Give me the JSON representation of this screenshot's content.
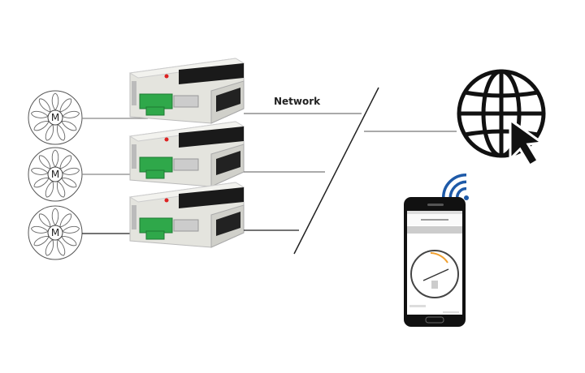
{
  "network_label": "Network",
  "motor_label": "M",
  "motors": [
    {
      "label": "M"
    },
    {
      "label": "M"
    },
    {
      "label": "M"
    }
  ],
  "colors": {
    "wifi": "#1e5aa8",
    "terminal": "#2fa84a",
    "device_body": "#e6e6e0",
    "line": "#444444",
    "gauge_needle": "#f0a030"
  }
}
